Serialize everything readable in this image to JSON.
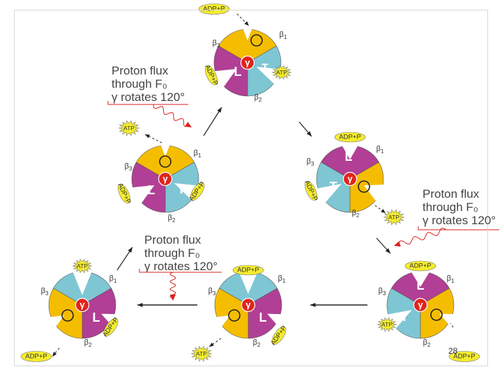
{
  "colors": {
    "purple": "#b13f95",
    "cyan": "#7ec6d3",
    "orange": "#f5bd00",
    "gamma": "#e0241b",
    "ligand": "#f5ec2e",
    "wave": "#d81f1f",
    "arrow": "#222222"
  },
  "labels": {
    "beta1": "β1",
    "beta2": "β2",
    "beta3": "β3",
    "gamma": "γ",
    "loose": "L",
    "tight": "T",
    "open": "O"
  },
  "molecules": {
    "adp_pi": "ADP+P",
    "atp": "ATP"
  },
  "flux_notes": [
    {
      "line1": "Proton flux",
      "line2": "through F₀",
      "line3": "γ rotates 120°"
    },
    {
      "line1": "Proton flux",
      "line2": "through F₀",
      "line3": "γ rotates 120°"
    },
    {
      "line1": "Proton flux",
      "line2": "through F₀",
      "line3": "γ rotates 120°"
    }
  ],
  "page_number": "28"
}
